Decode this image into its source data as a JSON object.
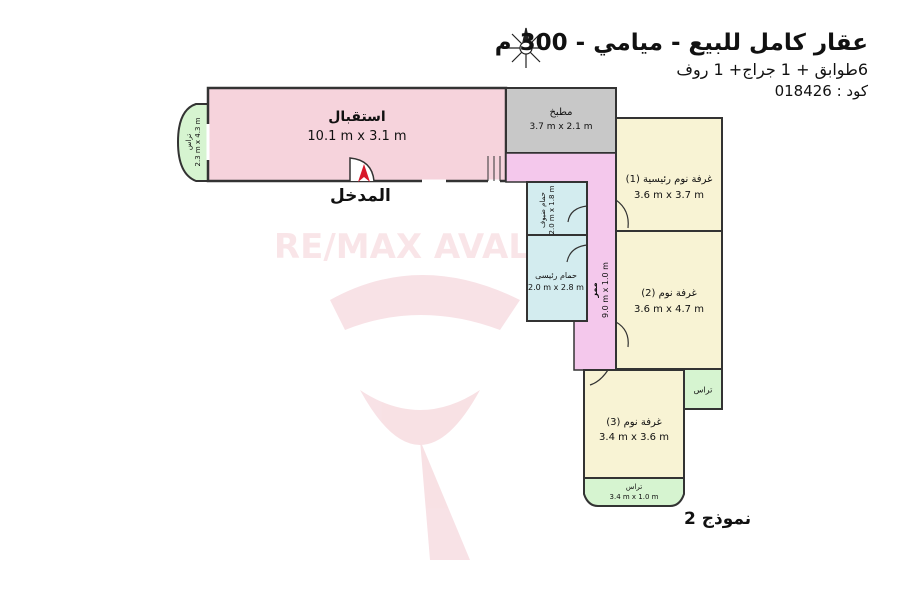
{
  "header": {
    "title": "عقار كامل للبيع - ميامي - 300 م",
    "subtitle": "6طوابق + 1 جراج+ 1 روف",
    "code": "كود : 018426",
    "model": "نموذج 2"
  },
  "entrance": {
    "label": "المدخل"
  },
  "watermark": {
    "text": "RE/MAX AVALON"
  },
  "rooms": {
    "reception": {
      "name": "استقبال",
      "dims": "10.1 m x 3.1 m"
    },
    "kitchen": {
      "name": "مطبخ",
      "dims": "3.7 m x 2.1 m"
    },
    "terrace_left": {
      "name": "تراس",
      "dims": "2.3 m x 4.3 m"
    },
    "guest_bath": {
      "name": "حمام ضيوف",
      "dims": "2.0 m x 1.8 m"
    },
    "main_bath": {
      "name": "حمام رئيسى",
      "dims": "2.0 m x 2.8 m"
    },
    "corridor": {
      "name": "ممر",
      "dims": "9.0 m x 1.0 m"
    },
    "bedroom1": {
      "name": "غرفة نوم رئيسية (1)",
      "dims": "3.6 m x 3.7 m"
    },
    "bedroom2": {
      "name": "غرفة نوم (2)",
      "dims": "3.6 m x 4.7 m"
    },
    "bedroom3": {
      "name": "غرفة نوم (3)",
      "dims": "3.4 m x 3.6 m"
    },
    "terrace_small": {
      "name": "تراس"
    },
    "terrace_bottom": {
      "name": "تراس",
      "dims": "3.4 m x 1.0 m"
    }
  },
  "colors": {
    "reception": "#f6d3dc",
    "kitchen": "#c8c8c8",
    "bedroom": "#f8f3d4",
    "bathroom": "#d3ecef",
    "corridor": "#f4c8ec",
    "terrace": "#d6f4d0",
    "wall": "#333333",
    "entrance_marker": "#d7182a"
  }
}
